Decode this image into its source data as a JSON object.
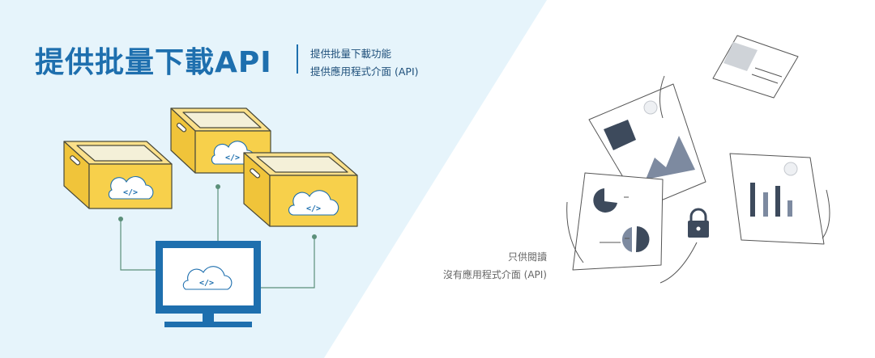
{
  "left_panel": {
    "title": "提供批量下載API",
    "subtitle_line1": "提供批量下載功能",
    "subtitle_line2": "提供應用程式介面 (API)",
    "code_tag": "</>",
    "colors": {
      "background": "#e6f4fb",
      "accent_blue": "#1e6fae",
      "box_yellow": "#f7d04b",
      "box_outline": "#4a4a3a",
      "connector": "#5b8f7a"
    }
  },
  "right_panel": {
    "caption_line1": "只供閱讀",
    "caption_line2": "沒有應用程式介面 (API)",
    "icons": [
      "document-icon",
      "pie-chart-document-icon",
      "bar-chart-document-icon",
      "area-chart-document-icon",
      "lock-icon"
    ]
  }
}
